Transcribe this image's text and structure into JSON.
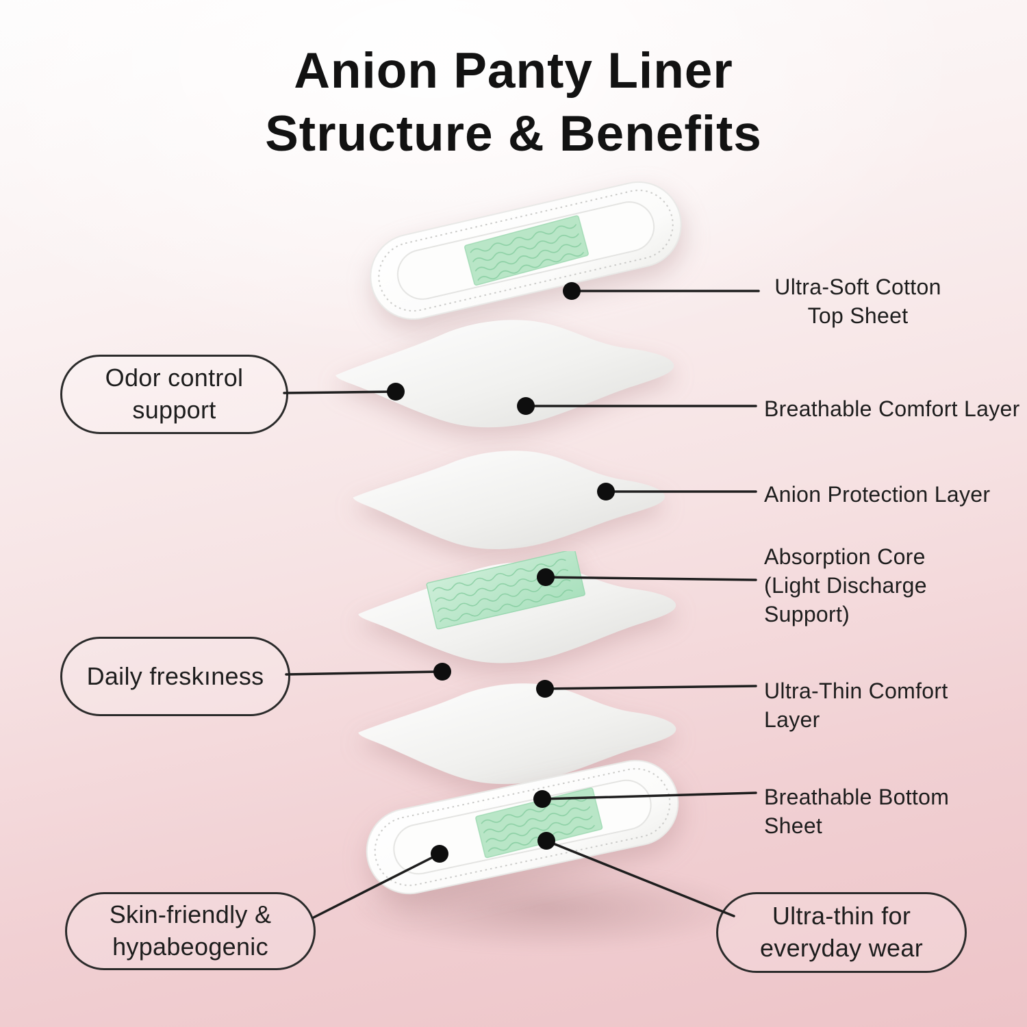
{
  "title": {
    "line1": "Anion Panty Liner",
    "line2": "Structure & Benefits"
  },
  "callouts_right": [
    {
      "id": "top-sheet",
      "lines": [
        "Ultra-Soft Cotton",
        "Top Sheet"
      ]
    },
    {
      "id": "comfort-layer",
      "lines": [
        "Breathable Comfort Layer"
      ]
    },
    {
      "id": "anion-layer",
      "lines": [
        "Anion Protection Layer"
      ]
    },
    {
      "id": "absorption-core",
      "lines": [
        "Absorption Core",
        "(Light Discharge",
        "Support)"
      ]
    },
    {
      "id": "ultra-thin-layer",
      "lines": [
        "Ultra-Thin Comfort",
        "Layer"
      ]
    },
    {
      "id": "bottom-sheet",
      "lines": [
        "Breathable Bottom",
        "Sheet"
      ]
    }
  ],
  "benefit_pills": [
    {
      "id": "odor-control",
      "lines": [
        "Odor control",
        "support"
      ]
    },
    {
      "id": "daily-freshness",
      "lines": [
        "Daily freskıness"
      ]
    },
    {
      "id": "skin-friendly",
      "lines": [
        "Skin-friendly &",
        "hypabeogenic"
      ]
    },
    {
      "id": "ultra-thin-wear",
      "lines": [
        "Ultra-thin for",
        "everyday wear"
      ]
    }
  ],
  "colors": {
    "background_pink": "#edc4c8",
    "background_top": "#fdfcfc",
    "liner_white": "#ffffff",
    "core_green": "#b9e6c7",
    "core_green_wave": "#86cda0",
    "text_and_lines": "#1c1c1c"
  },
  "visual_elements": {
    "layer_stack_count": 6,
    "connector_style": "black line with round dot endpoint"
  }
}
